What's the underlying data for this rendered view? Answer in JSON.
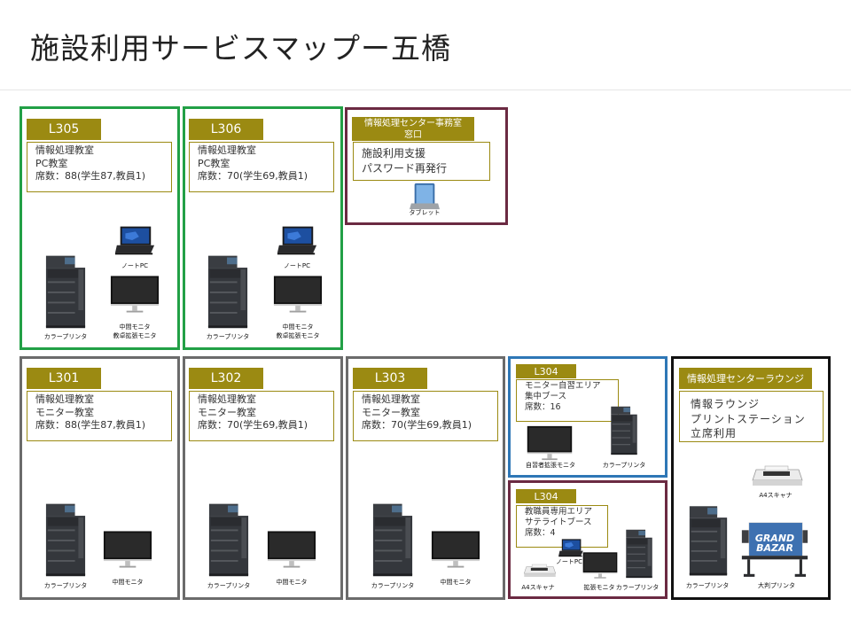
{
  "title": "施設利用サービスマップー五橋",
  "rooms": {
    "l305": {
      "tag": "L305",
      "lines": [
        "情報処理教室",
        "PC教室",
        "席数：88(学生87,教員1)"
      ]
    },
    "l306": {
      "tag": "L306",
      "lines": [
        "情報処理教室",
        "PC教室",
        "席数：70(学生69,教員1)"
      ]
    },
    "office": {
      "tag": [
        "情報処理センター事務室",
        "窓口"
      ],
      "lines": [
        "施設利用支援",
        "パスワード再発行"
      ]
    },
    "l301": {
      "tag": "L301",
      "lines": [
        "情報処理教室",
        "モニター教室",
        "席数：88(学生87,教員1)"
      ]
    },
    "l302": {
      "tag": "L302",
      "lines": [
        "情報処理教室",
        "モニター教室",
        "席数：70(学生69,教員1)"
      ]
    },
    "l303": {
      "tag": "L303",
      "lines": [
        "情報処理教室",
        "モニター教室",
        "席数：70(学生69,教員1)"
      ]
    },
    "l304_study": {
      "tag": "L304",
      "lines": [
        "モニター自習エリア",
        "集中ブース",
        "席数：16"
      ]
    },
    "l304_staff": {
      "tag": "L304",
      "lines": [
        "教職員専用エリア",
        "サテライトブース",
        "席数：4"
      ]
    },
    "lounge": {
      "tag": "情報処理センターラウンジ",
      "lines": [
        "情報ラウンジ",
        "プリントステーション",
        "立席利用"
      ]
    }
  },
  "captions": {
    "color_printer": "カラープリンタ",
    "notebook_pc": "ノートPC",
    "center_monitor": "中間モニタ",
    "teacher_monitor": "教卓拡張モニタ",
    "tablet": "タブレット",
    "self_monitor": "自習者拡張モニタ",
    "a4_scanner": "A4スキャナ",
    "ext_monitor": "拡張モニタ",
    "large_printer": "大判プリンタ",
    "poster_text": [
      "GRAND",
      "BAZAR"
    ]
  },
  "colors": {
    "green": "#22a046",
    "gray": "#6b6b6b",
    "plum": "#6b2a42",
    "blue": "#2e77b6",
    "black": "#111111",
    "tag_gold": "#9b8a12"
  },
  "icons": [
    "printer-icon",
    "laptop-icon",
    "monitor-icon",
    "tablet-icon",
    "scanner-icon",
    "plotter-icon"
  ]
}
